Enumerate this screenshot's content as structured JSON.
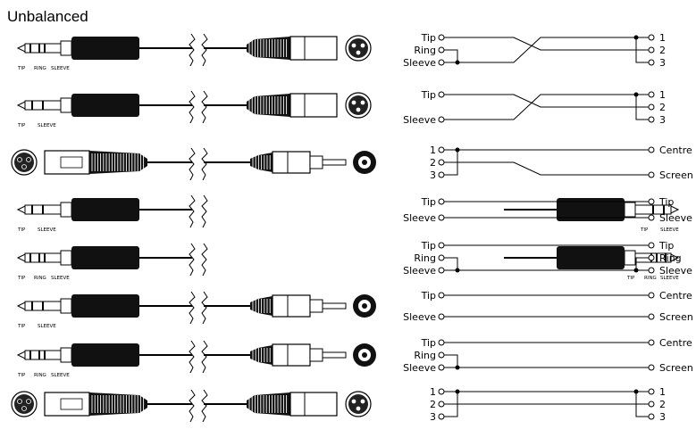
{
  "title": "Unbalanced",
  "rows": [
    {
      "left_connector": "trs-plug",
      "left_plug_labels": [
        "TIP",
        "RING",
        "SLEEVE"
      ],
      "right_connector": "xlr-male",
      "right_plug_labels": [],
      "left_pins": [
        "Tip",
        "Ring",
        "Sleeve"
      ],
      "right_pins": [
        "1",
        "2",
        "3"
      ]
    },
    {
      "left_connector": "ts-plug",
      "left_plug_labels": [
        "TIP",
        "SLEEVE"
      ],
      "right_connector": "xlr-male",
      "right_plug_labels": [],
      "left_pins": [
        "Tip",
        "Sleeve"
      ],
      "right_pins": [
        "1",
        "2",
        "3"
      ]
    },
    {
      "left_connector": "xlr-female",
      "left_plug_labels": [],
      "right_connector": "rca",
      "right_plug_labels": [],
      "left_pins": [
        "1",
        "2",
        "3"
      ],
      "right_pins": [
        "Centre",
        "Screen"
      ]
    },
    {
      "left_connector": "ts-plug",
      "left_plug_labels": [
        "TIP",
        "SLEEVE"
      ],
      "right_connector": "ts-plug",
      "right_plug_labels": [
        "SLEEVE",
        "TIP"
      ],
      "left_pins": [
        "Tip",
        "Sleeve"
      ],
      "right_pins": [
        "Tip",
        "Sleeve"
      ]
    },
    {
      "left_connector": "trs-plug",
      "left_plug_labels": [
        "TIP",
        "RING",
        "SLEEVE"
      ],
      "right_connector": "trs-plug",
      "right_plug_labels": [
        "SLEEVE",
        "RING",
        "TIP"
      ],
      "left_pins": [
        "Tip",
        "Ring",
        "Sleeve"
      ],
      "right_pins": [
        "Tip",
        "Ring",
        "Sleeve"
      ]
    },
    {
      "left_connector": "ts-plug",
      "left_plug_labels": [
        "TIP",
        "SLEEVE"
      ],
      "right_connector": "rca",
      "right_plug_labels": [],
      "left_pins": [
        "Tip",
        "Sleeve"
      ],
      "right_pins": [
        "Centre",
        "Screen"
      ]
    },
    {
      "left_connector": "trs-plug",
      "left_plug_labels": [
        "TIP",
        "RING",
        "SLEEVE"
      ],
      "right_connector": "rca",
      "right_plug_labels": [],
      "left_pins": [
        "Tip",
        "Ring",
        "Sleeve"
      ],
      "right_pins": [
        "Centre",
        "Screen"
      ]
    },
    {
      "left_connector": "xlr-female",
      "left_plug_labels": [],
      "right_connector": "xlr-male",
      "right_plug_labels": [],
      "left_pins": [
        "1",
        "2",
        "3"
      ],
      "right_pins": [
        "1",
        "2",
        "3"
      ]
    }
  ]
}
